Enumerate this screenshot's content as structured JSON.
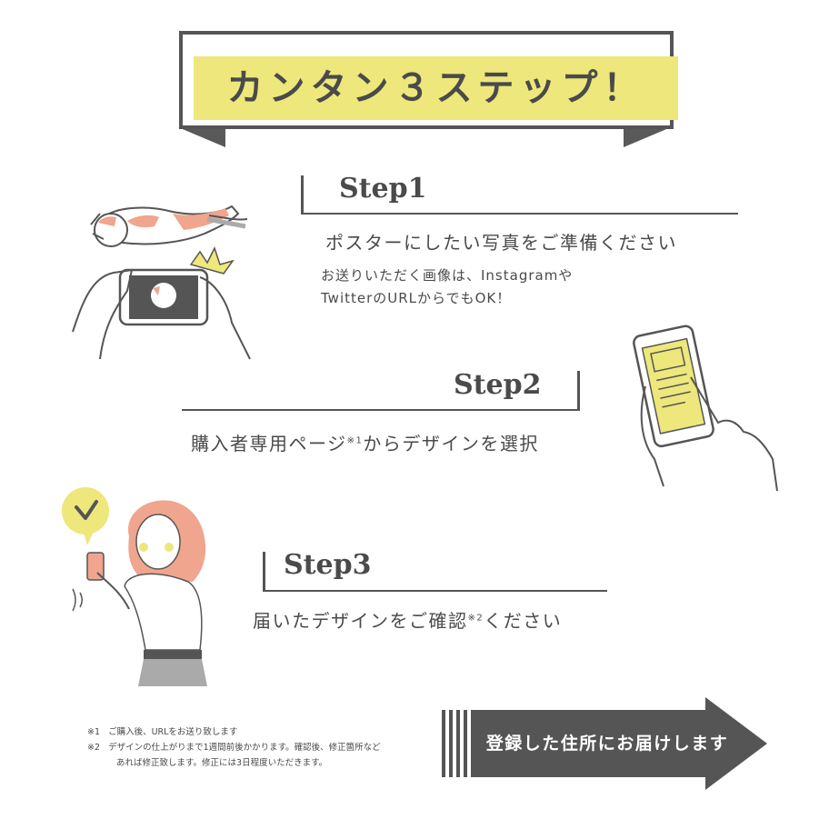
{
  "banner": {
    "title": "カンタン３ステップ！"
  },
  "step1": {
    "heading": "Step1",
    "text": "ポスターにしたい写真をご準備ください",
    "sub_line1": "お送りいただく画像は、Instagramや",
    "sub_line2": "TwitterのURLからでもOK！"
  },
  "step2": {
    "heading": "Step2",
    "text_before": "購入者専用ページ",
    "note_mark": "※1",
    "text_after": "からデザインを選択"
  },
  "step3": {
    "heading": "Step3",
    "text_before": "届いたデザインをご確認",
    "note_mark": "※2",
    "text_after": "ください"
  },
  "notes": [
    {
      "mark": "※1",
      "lines": [
        "ご購入後、URLをお送り致します"
      ]
    },
    {
      "mark": "※2",
      "lines": [
        "デザインの仕上がりまで1週間前後かかります。確認後、修正箇所など",
        "あれば修正致します。修正には3日程度いただきます。"
      ]
    }
  ],
  "final_arrow": {
    "label": "登録した住所にお届けします"
  },
  "colors": {
    "accent_yellow": "#ede77c",
    "dark_gray": "#555555",
    "skin_pink": "#f0a58e",
    "text": "#4a4a4a"
  }
}
